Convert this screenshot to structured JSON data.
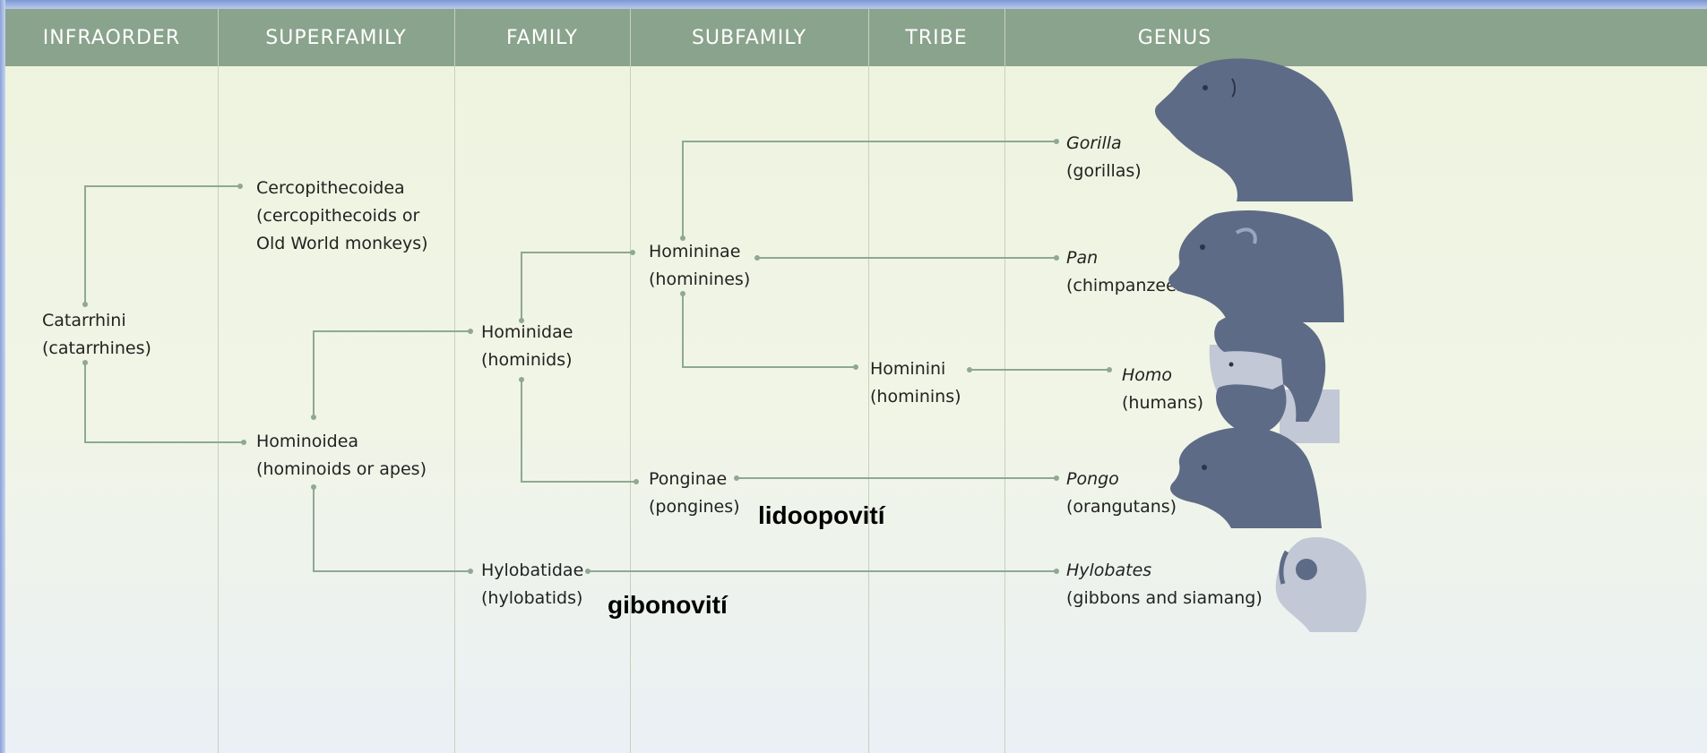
{
  "headers": [
    "INFRAORDER",
    "SUPERFAMILY",
    "FAMILY",
    "SUBFAMILY",
    "TRIBE",
    "GENUS"
  ],
  "colors": {
    "header_bg": "#8aa38c",
    "line": "#8fa894",
    "text": "#222222",
    "ape_silhouette": "#5d6b86",
    "gibbon_silhouette": "#c2c8d6",
    "frame": "#8aa2d9"
  },
  "nodes": {
    "catarrhini": {
      "name": "Catarrhini",
      "common": "(catarrhines)"
    },
    "cercopithecoidea": {
      "name": "Cercopithecoidea",
      "common_1": "(cercopithecoids or",
      "common_2": "Old World monkeys)"
    },
    "hominoidea": {
      "name": "Hominoidea",
      "common": "(hominoids or apes)"
    },
    "hominidae": {
      "name": "Hominidae",
      "common": "(hominids)"
    },
    "hylobatidae": {
      "name": "Hylobatidae",
      "common": "(hylobatids)"
    },
    "homininae": {
      "name": "Homininae",
      "common": "(hominines)"
    },
    "ponginae": {
      "name": "Ponginae",
      "common": "(pongines)"
    },
    "hominini": {
      "name": "Hominini",
      "common": "(hominins)"
    },
    "gorilla": {
      "name": "Gorilla",
      "common": "(gorillas)"
    },
    "pan": {
      "name": "Pan",
      "common": "(chimpanzees)"
    },
    "homo": {
      "name": "Homo",
      "common": "(humans)"
    },
    "pongo": {
      "name": "Pongo",
      "common": "(orangutans)"
    },
    "hylobates": {
      "name": "Hylobates",
      "common": "(gibbons and siamang)"
    }
  },
  "annotations": {
    "pongines_local": "lidoopovití",
    "hylobatids_local": "gibonovití"
  },
  "icons": [
    "gorilla-head-icon",
    "chimpanzee-head-icon",
    "human-head-icon",
    "orangutan-head-icon",
    "gibbon-head-icon"
  ]
}
